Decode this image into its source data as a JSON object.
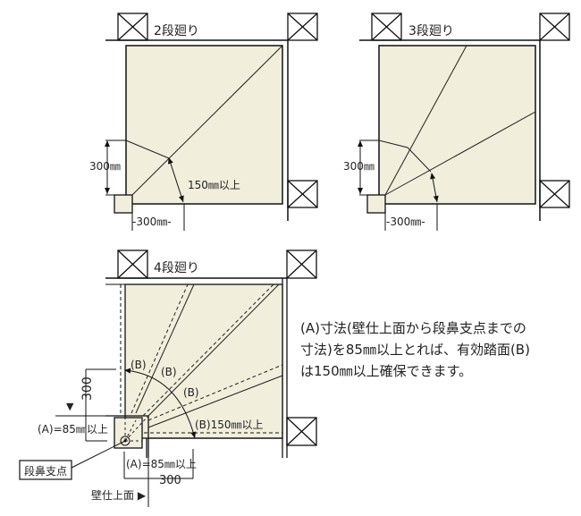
{
  "colors": {
    "tread_fill": "#f1eedc",
    "line": "#111111",
    "text": "#222222"
  },
  "diagrams": [
    {
      "id": "two_step",
      "title": "2段廻り",
      "dim_vertical": "300㎜",
      "dim_horizontal": "-300㎜-",
      "dim_tread": "150㎜以上"
    },
    {
      "id": "three_step",
      "title": "3段廻り",
      "dim_vertical": "300㎜",
      "dim_horizontal": "-300㎜-"
    },
    {
      "id": "four_step",
      "title": "4段廻り",
      "dim_vertical": "300",
      "dim_horizontal": "300",
      "label_b": "(B)",
      "label_b_tread": "(B)150㎜以上",
      "label_a_left": "(A)=85㎜以上",
      "label_a_bottom": "(A)=85㎜以上",
      "pivot_callout": "段鼻支点",
      "wall_surface_label": "壁仕上面 ▶",
      "marker": "▼"
    }
  ],
  "note": {
    "lines": [
      "(A)寸法(壁仕上面から段鼻支点までの",
      "寸法)を85㎜以上とれば、有効踏面(B)",
      "は150㎜以上確保できます。"
    ]
  }
}
